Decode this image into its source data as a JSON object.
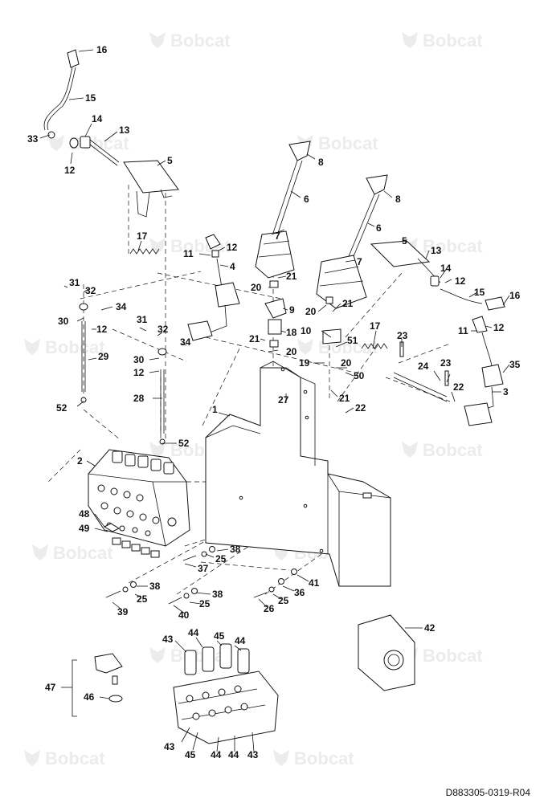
{
  "watermark": {
    "brand": "Bobcat"
  },
  "document_number": "D883305-0319-R04",
  "callouts": [
    {
      "id": "c16a",
      "label": "16"
    },
    {
      "id": "c15a",
      "label": "15"
    },
    {
      "id": "c33",
      "label": "33"
    },
    {
      "id": "c14a",
      "label": "14"
    },
    {
      "id": "c13a",
      "label": "13"
    },
    {
      "id": "c12a",
      "label": "12"
    },
    {
      "id": "c5a",
      "label": "5"
    },
    {
      "id": "c8a",
      "label": "8"
    },
    {
      "id": "c6a",
      "label": "6"
    },
    {
      "id": "c7a",
      "label": "7"
    },
    {
      "id": "c8b",
      "label": "8"
    },
    {
      "id": "c6b",
      "label": "6"
    },
    {
      "id": "c7b",
      "label": "7"
    },
    {
      "id": "c17a",
      "label": "17"
    },
    {
      "id": "c12b",
      "label": "12"
    },
    {
      "id": "c11a",
      "label": "11"
    },
    {
      "id": "c4",
      "label": "4"
    },
    {
      "id": "c5b",
      "label": "5"
    },
    {
      "id": "c13b",
      "label": "13"
    },
    {
      "id": "c14b",
      "label": "14"
    },
    {
      "id": "c12c",
      "label": "12"
    },
    {
      "id": "c15b",
      "label": "15"
    },
    {
      "id": "c16b",
      "label": "16"
    },
    {
      "id": "c31a",
      "label": "31"
    },
    {
      "id": "c32a",
      "label": "32"
    },
    {
      "id": "c34a",
      "label": "34"
    },
    {
      "id": "c30a",
      "label": "30"
    },
    {
      "id": "c12d",
      "label": "12"
    },
    {
      "id": "c21a",
      "label": "21"
    },
    {
      "id": "c20a",
      "label": "20"
    },
    {
      "id": "c9",
      "label": "9"
    },
    {
      "id": "c18",
      "label": "18"
    },
    {
      "id": "c20b",
      "label": "20"
    },
    {
      "id": "c21b",
      "label": "21"
    },
    {
      "id": "c20c",
      "label": "20"
    },
    {
      "id": "c21c",
      "label": "21"
    },
    {
      "id": "c10",
      "label": "10"
    },
    {
      "id": "c17b",
      "label": "17"
    },
    {
      "id": "c11b",
      "label": "11"
    },
    {
      "id": "c12e",
      "label": "12"
    },
    {
      "id": "c31b",
      "label": "31"
    },
    {
      "id": "c32b",
      "label": "32"
    },
    {
      "id": "c34b",
      "label": "34"
    },
    {
      "id": "c29",
      "label": "29"
    },
    {
      "id": "c30b",
      "label": "30"
    },
    {
      "id": "c12f",
      "label": "12"
    },
    {
      "id": "c23a",
      "label": "23"
    },
    {
      "id": "c51",
      "label": "51"
    },
    {
      "id": "c19",
      "label": "19"
    },
    {
      "id": "c20d",
      "label": "20"
    },
    {
      "id": "c50",
      "label": "50"
    },
    {
      "id": "c21d",
      "label": "21"
    },
    {
      "id": "c35",
      "label": "35"
    },
    {
      "id": "c24",
      "label": "24"
    },
    {
      "id": "c23b",
      "label": "23"
    },
    {
      "id": "c3",
      "label": "3"
    },
    {
      "id": "c22a",
      "label": "22"
    },
    {
      "id": "c22b",
      "label": "22"
    },
    {
      "id": "c27",
      "label": "27"
    },
    {
      "id": "c28",
      "label": "28"
    },
    {
      "id": "c52a",
      "label": "52"
    },
    {
      "id": "c1",
      "label": "1"
    },
    {
      "id": "c52b",
      "label": "52"
    },
    {
      "id": "c2",
      "label": "2"
    },
    {
      "id": "c48",
      "label": "48"
    },
    {
      "id": "c49",
      "label": "49"
    },
    {
      "id": "c38a",
      "label": "38"
    },
    {
      "id": "c25a",
      "label": "25"
    },
    {
      "id": "c37",
      "label": "37"
    },
    {
      "id": "c38b",
      "label": "38"
    },
    {
      "id": "c25b",
      "label": "25"
    },
    {
      "id": "c39",
      "label": "39"
    },
    {
      "id": "c38c",
      "label": "38"
    },
    {
      "id": "c25c",
      "label": "25"
    },
    {
      "id": "c40",
      "label": "40"
    },
    {
      "id": "c41",
      "label": "41"
    },
    {
      "id": "c36",
      "label": "36"
    },
    {
      "id": "c25d",
      "label": "25"
    },
    {
      "id": "c26",
      "label": "26"
    },
    {
      "id": "c42",
      "label": "42"
    },
    {
      "id": "c43a",
      "label": "43"
    },
    {
      "id": "c44a",
      "label": "44"
    },
    {
      "id": "c45a",
      "label": "45"
    },
    {
      "id": "c44b",
      "label": "44"
    },
    {
      "id": "c47",
      "label": "47"
    },
    {
      "id": "c46",
      "label": "46"
    },
    {
      "id": "c43b",
      "label": "43"
    },
    {
      "id": "c45b",
      "label": "45"
    },
    {
      "id": "c44c",
      "label": "44"
    },
    {
      "id": "c44d",
      "label": "44"
    },
    {
      "id": "c43c",
      "label": "43"
    }
  ]
}
